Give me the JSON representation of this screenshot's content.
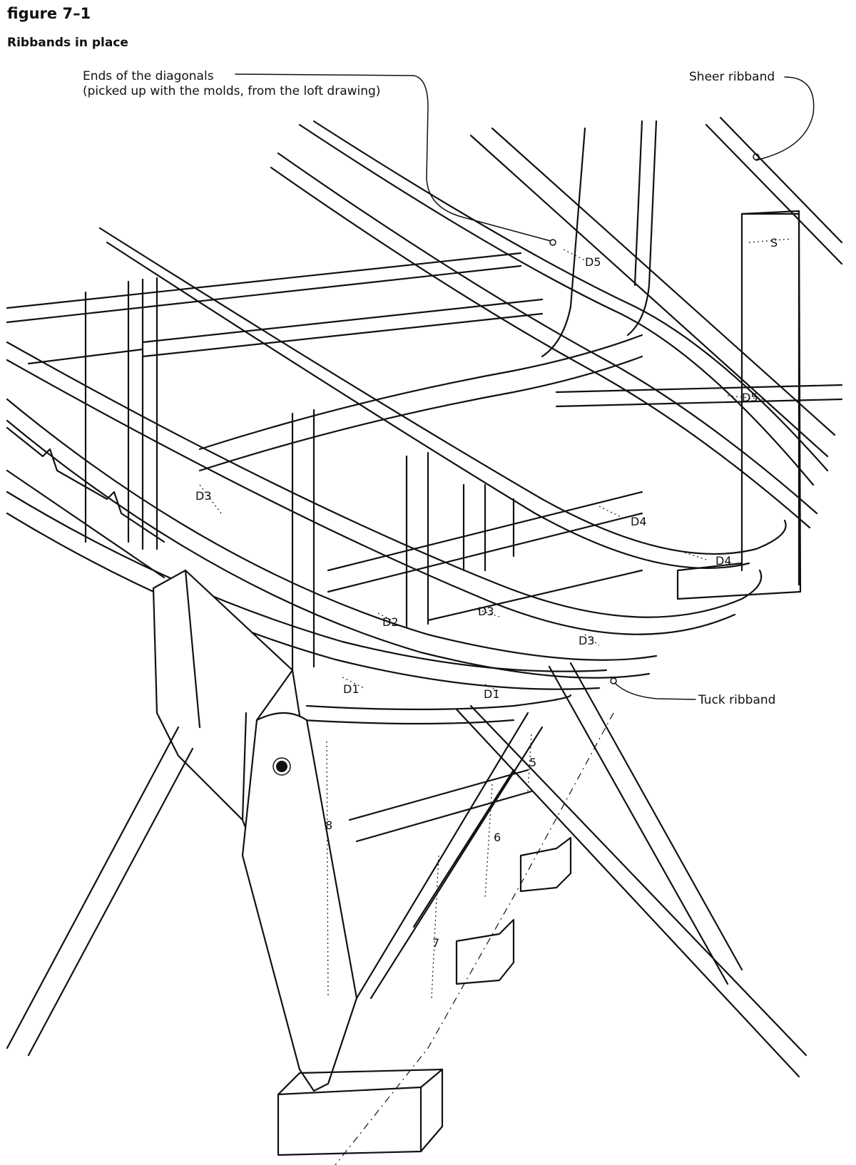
{
  "caption": {
    "figure_number": "figure 7–1",
    "title": "Ribbands in place"
  },
  "callouts": {
    "diagonals_line1": "Ends of the diagonals",
    "diagonals_line2": "(picked up with the molds, from the loft drawing)",
    "sheer_ribband": "Sheer ribband",
    "tuck_ribband": "Tuck ribband"
  },
  "marks": {
    "d5_upper": "D5",
    "s": "S",
    "d5_right": "D5",
    "d4_mid": "D4",
    "d4_right": "D4",
    "d3_left": "D3",
    "d3_mid": "D3",
    "d3_right": "D3",
    "d2": "D2",
    "d1_left": "D1",
    "d1_right": "D1",
    "station_5": "5",
    "station_6": "6",
    "station_7": "7",
    "station_8": "8"
  }
}
